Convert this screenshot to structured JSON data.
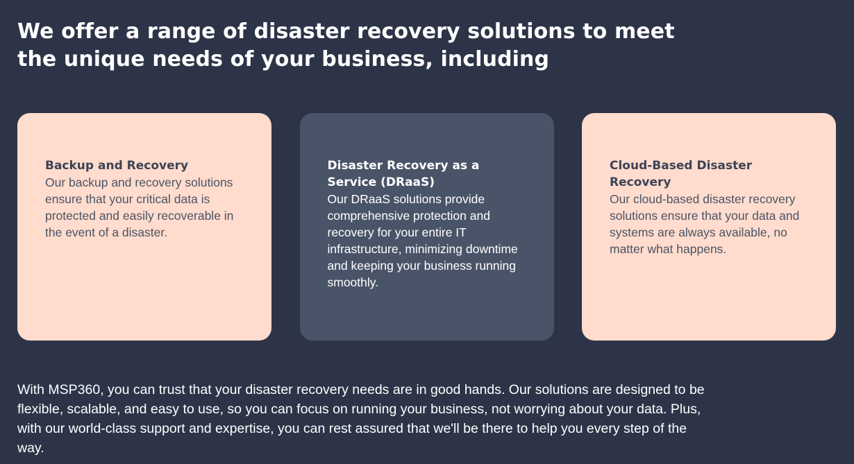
{
  "heading": "We offer a range of disaster recovery solutions to meet the unique needs of your business, including",
  "cards": [
    {
      "title": "Backup and Recovery",
      "text": "Our backup and recovery solutions ensure that your critical data is protected and easily recoverable in the event of a disaster."
    },
    {
      "title": "Disaster Recovery as a Service (DRaaS)",
      "text": "Our DRaaS solutions provide comprehensive protection and recovery for your entire IT infrastructure, minimizing downtime and keeping your business running smoothly."
    },
    {
      "title": "Cloud-Based Disaster Recovery",
      "text": "Our cloud-based disaster recovery solutions ensure that your data and systems are always available, no matter what happens."
    }
  ],
  "footer": "With MSP360, you can trust that your disaster recovery needs are in good hands. Our solutions are designed to be flexible, scalable, and easy to use, so you can focus on running your business, not worrying about your data. Plus, with our world-class support and expertise, you can rest assured that we'll be there to help you every step of the way.",
  "colors": {
    "background": "#2d3448",
    "card_light": "#ffdccd",
    "card_dark": "#4a5468",
    "text_dark": "#3d4356"
  }
}
